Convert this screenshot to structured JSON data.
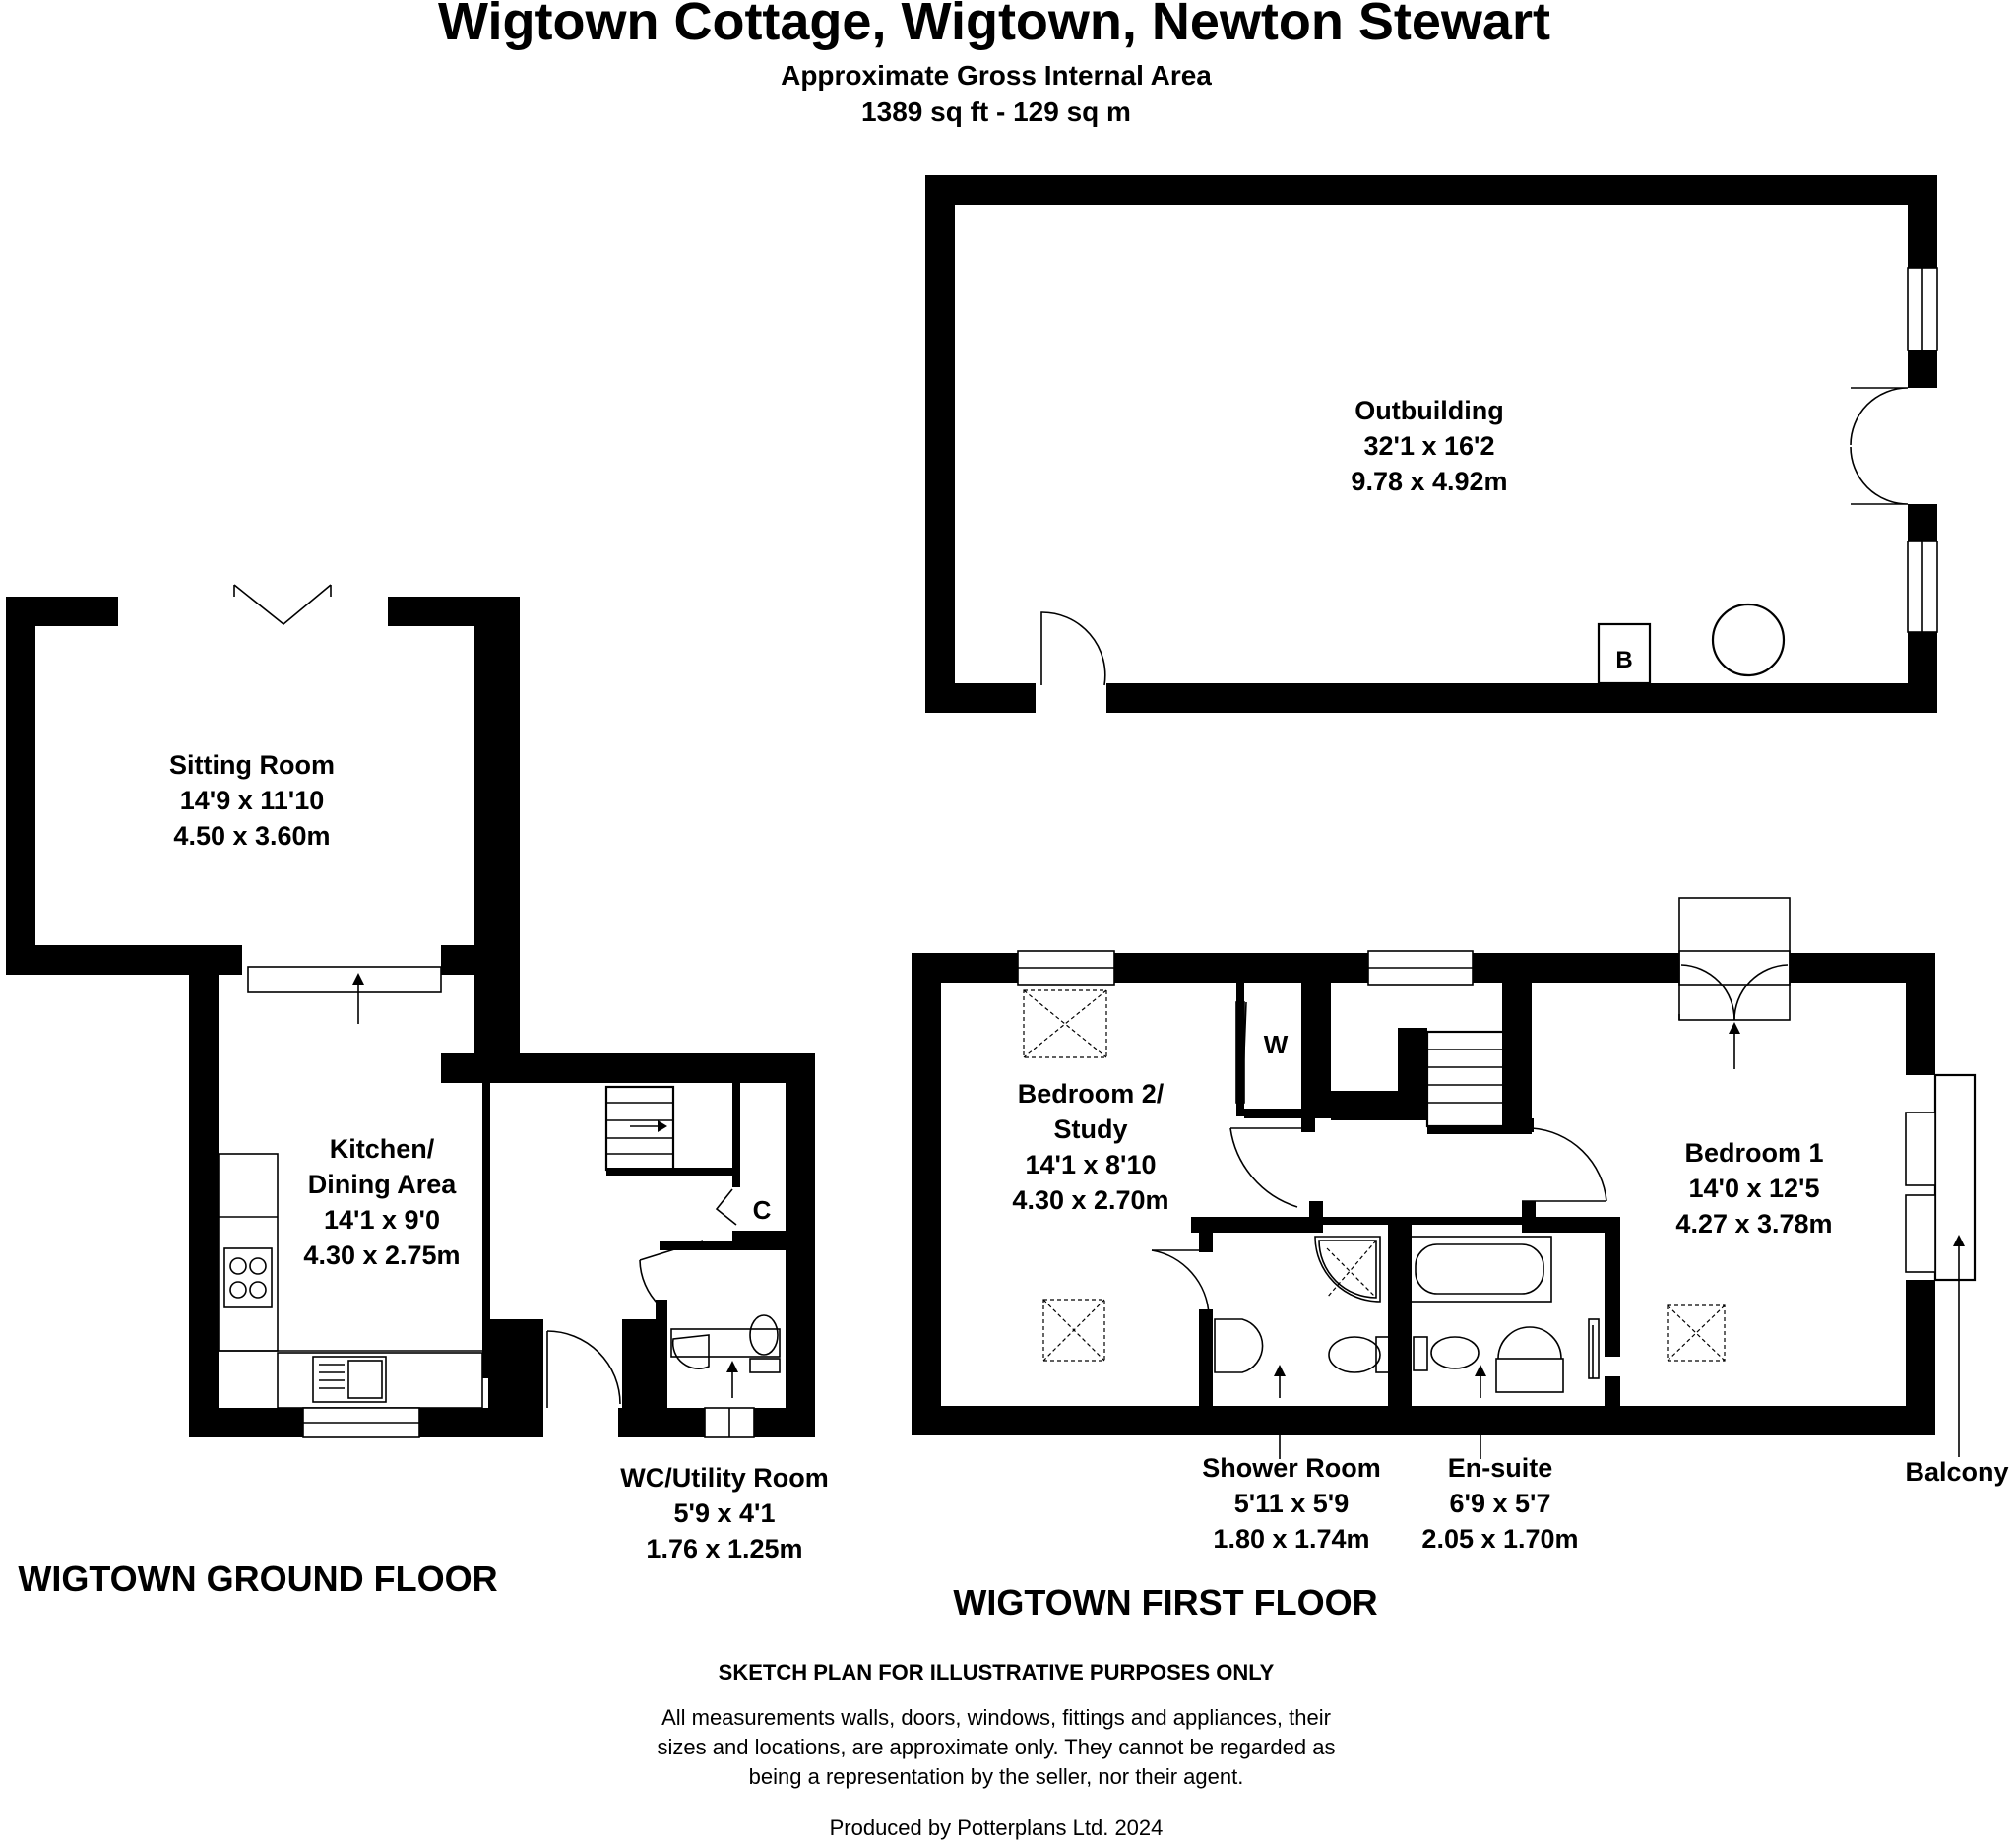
{
  "header": {
    "title": "Wigtown Cottage, Wigtown, Newton Stewart",
    "subtitle": "Approximate Gross Internal Area",
    "area": "1389 sq ft - 129 sq m"
  },
  "rooms": {
    "outbuilding": {
      "name": "Outbuilding",
      "imperial": "32'1 x 16'2",
      "metric": "9.78 x 4.92m"
    },
    "sitting_room": {
      "name": "Sitting Room",
      "imperial": "14'9 x 11'10",
      "metric": "4.50 x 3.60m"
    },
    "kitchen": {
      "name_line1": "Kitchen/",
      "name_line2": "Dining Area",
      "imperial": "14'1 x 9'0",
      "metric": "4.30 x 2.75m"
    },
    "wc_utility": {
      "name": "WC/Utility Room",
      "imperial": "5'9 x 4'1",
      "metric": "1.76 x 1.25m"
    },
    "bedroom2": {
      "name_line1": "Bedroom 2/",
      "name_line2": "Study",
      "imperial": "14'1 x 8'10",
      "metric": "4.30 x 2.70m"
    },
    "bedroom1": {
      "name": "Bedroom 1",
      "imperial": "14'0 x 12'5",
      "metric": "4.27 x 3.78m"
    },
    "shower_room": {
      "name": "Shower Room",
      "imperial": "5'11 x 5'9",
      "metric": "1.80 x 1.74m"
    },
    "ensuite": {
      "name": "En-suite",
      "imperial": "6'9 x 5'7",
      "metric": "2.05 x 1.70m"
    },
    "balcony": {
      "name": "Balcony"
    }
  },
  "markers": {
    "boiler": "B",
    "cupboard": "C",
    "wardrobe": "W"
  },
  "floors": {
    "ground": "WIGTOWN GROUND FLOOR",
    "first": "WIGTOWN FIRST FLOOR"
  },
  "footer": {
    "disclaimer_title": "SKETCH PLAN FOR ILLUSTRATIVE PURPOSES ONLY",
    "disclaimer_line1": "All measurements walls, doors, windows, fittings and appliances, their",
    "disclaimer_line2": "sizes and locations, are approximate only. They cannot be regarded as",
    "disclaimer_line3": "being a representation by the seller, nor their agent.",
    "producer": "Produced by Potterplans Ltd. 2024"
  }
}
